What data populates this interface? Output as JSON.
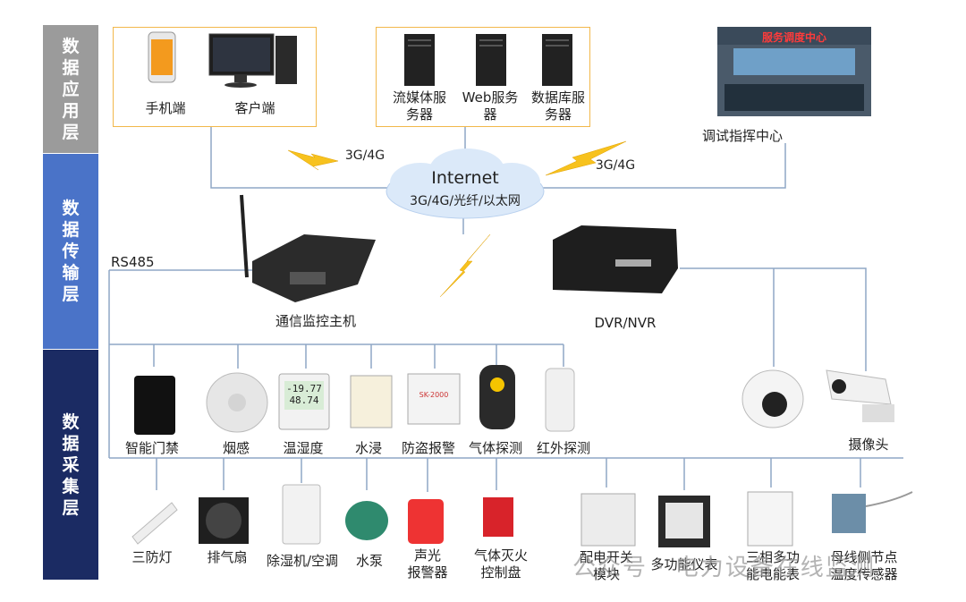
{
  "layers": {
    "app": [
      "数",
      "据",
      "应",
      "用",
      "层"
    ],
    "transmission": [
      "数",
      "据",
      "传",
      "输",
      "层"
    ],
    "acquisition": [
      "数",
      "据",
      "采",
      "集",
      "层"
    ]
  },
  "application": {
    "phone": "手机端",
    "client": "客户端",
    "stream_server": [
      "流媒体服",
      "务器"
    ],
    "web_server": [
      "Web服务",
      "器"
    ],
    "db_server": [
      "数据库服",
      "务器"
    ],
    "monitor_screen_title": "服务调度中心",
    "command_center": "调试指挥中心"
  },
  "network": {
    "link_left": "3G/4G",
    "link_right": "3G/4G",
    "cloud_title": "Internet",
    "cloud_sub": "3G/4G/光纤/以太网",
    "bus": "RS485",
    "host": "通信监控主机",
    "dvr": "DVR/NVR"
  },
  "sensors": [
    "智能门禁",
    "烟感",
    "温湿度",
    "水浸",
    "防盗报警",
    "气体探测",
    "红外探测"
  ],
  "camera": "摄像头",
  "equipment": {
    "e1": [
      "三防灯"
    ],
    "e2": [
      "排气扇"
    ],
    "e3": [
      "除湿机/空调"
    ],
    "e4": [
      "水泵"
    ],
    "e5": [
      "声光",
      "报警器"
    ],
    "e6": [
      "气体灭火",
      "控制盘"
    ],
    "e7": [
      "配电开关",
      "模块"
    ],
    "e8": [
      "多功能仪表"
    ],
    "e9": [
      "三相多功",
      "能电能表"
    ],
    "e10": [
      "母线侧节点",
      "温度传感器"
    ]
  },
  "device_text": {
    "humidity_top": "-19.77",
    "humidity_bottom": "48.74",
    "alarm_brand": "SK-2000"
  },
  "watermark": "公众号 · 电力设备在线监测",
  "colors": {
    "app_layer": "#9b9b9b",
    "transmission_layer": "#4a73c8",
    "acquisition_layer": "#1b2b63",
    "box_border": "#f2b84b",
    "line": "#8fa7c6",
    "lightning": "#f7c21e"
  }
}
